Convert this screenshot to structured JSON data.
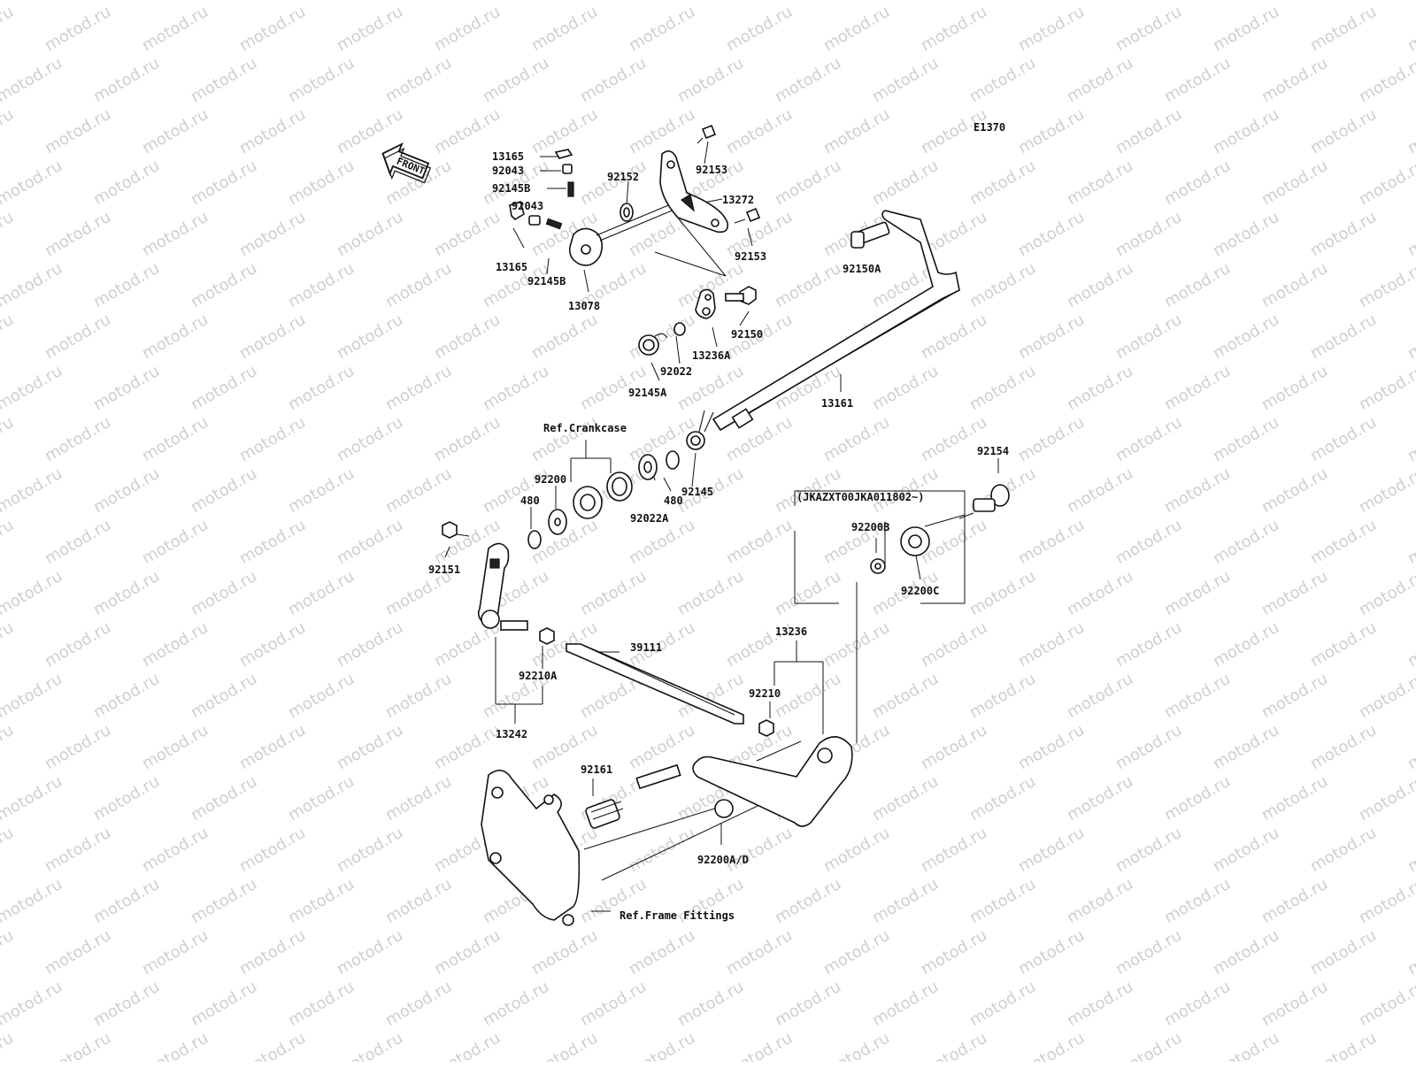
{
  "diagram_code": "E1370",
  "front_label": "FRONT",
  "watermark": "motod.ru",
  "vin_note": "(JKAZXT00JKA011802~)",
  "refs": {
    "crankcase": "Ref.Crankcase",
    "frame": "Ref.Frame Fittings"
  },
  "parts": {
    "p13165a": "13165",
    "p92043a": "92043",
    "p92145Ba": "92145B",
    "p92043b": "92043",
    "p13165b": "13165",
    "p92145Bb": "92145B",
    "p13078": "13078",
    "p92152": "92152",
    "p92153a": "92153",
    "p13272": "13272",
    "p92153b": "92153",
    "p92150A": "92150A",
    "p92150": "92150",
    "p13236A": "13236A",
    "p92022": "92022",
    "p92145A": "92145A",
    "p13161": "13161",
    "p92145": "92145",
    "p92200": "92200",
    "p480a": "480",
    "p480b": "480",
    "p92022A": "92022A",
    "p92151": "92151",
    "p92154": "92154",
    "p92200B": "92200B",
    "p92200C": "92200C",
    "p92210A": "92210A",
    "p39111": "39111",
    "p13236": "13236",
    "p92210": "92210",
    "p13242": "13242",
    "p92161": "92161",
    "p92200AD": "92200A/D"
  }
}
